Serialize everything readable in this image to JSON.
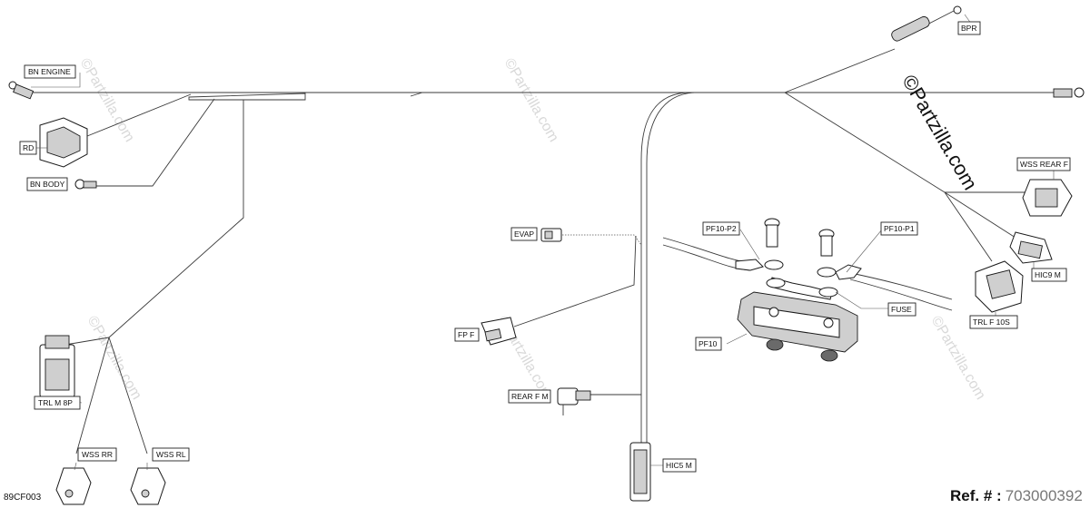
{
  "labels": {
    "bn_engine": "BN ENGINE",
    "rd": "RD",
    "bn_body": "BN BODY",
    "trl_m_8p": "TRL M 8P",
    "wss_rr": "WSS RR",
    "wss_rl": "WSS RL",
    "evap": "EVAP",
    "fp_f": "FP F",
    "rear_f_m": "REAR F M",
    "hic5_m": "HIC5 M",
    "pf10_p2": "PF10-P2",
    "pf10_p1": "PF10-P1",
    "fuse": "FUSE",
    "pf10": "PF10",
    "bpr": "BPR",
    "wss_rear_f": "WSS REAR F",
    "hic9_m": "HIC9 M",
    "trl_f_10s": "TRL F 10S"
  },
  "watermark": "©Partzilla.com",
  "brand_text": "©Partzilla.com",
  "diagram_code": "89CF003",
  "reference": {
    "label": "Ref. # :",
    "number": "703000392"
  }
}
